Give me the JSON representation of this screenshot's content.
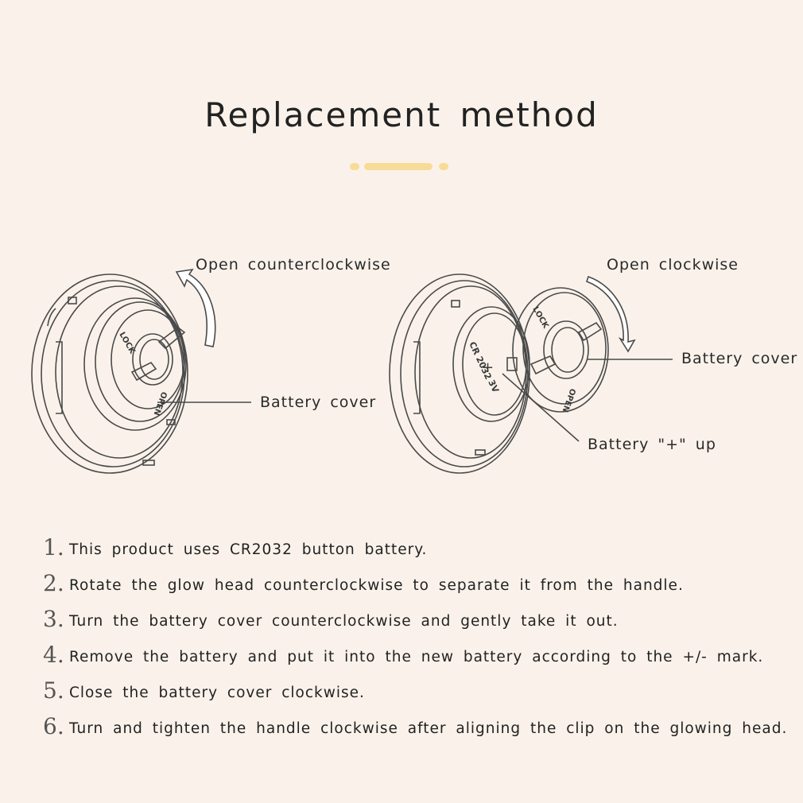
{
  "title": "Replacement method",
  "diagram": {
    "left_arrow_label": "Open counterclockwise",
    "right_arrow_label": "Open clockwise",
    "left_cover_label": "Battery cover",
    "right_cover_label": "Battery cover",
    "battery_label": "Battery \"+\" up",
    "battery_text": {
      "model": "CR 2032",
      "plus": "+",
      "voltage": "3V"
    },
    "cover_marks": {
      "lock": "LOCK",
      "open": "OPEN"
    }
  },
  "steps": [
    {
      "num": "1.",
      "text": "This product uses CR2032 button battery."
    },
    {
      "num": "2.",
      "text": "Rotate the glow head counterclockwise to separate it from the handle."
    },
    {
      "num": "3.",
      "text": "Turn the battery cover counterclockwise and gently take it out."
    },
    {
      "num": "4.",
      "text": "Remove the battery and put it into the new battery according to the +/- mark."
    },
    {
      "num": "5.",
      "text": "Close the battery cover clockwise."
    },
    {
      "num": "6.",
      "text": "Turn and tighten the handle clockwise after aligning the clip on the glowing head."
    }
  ]
}
